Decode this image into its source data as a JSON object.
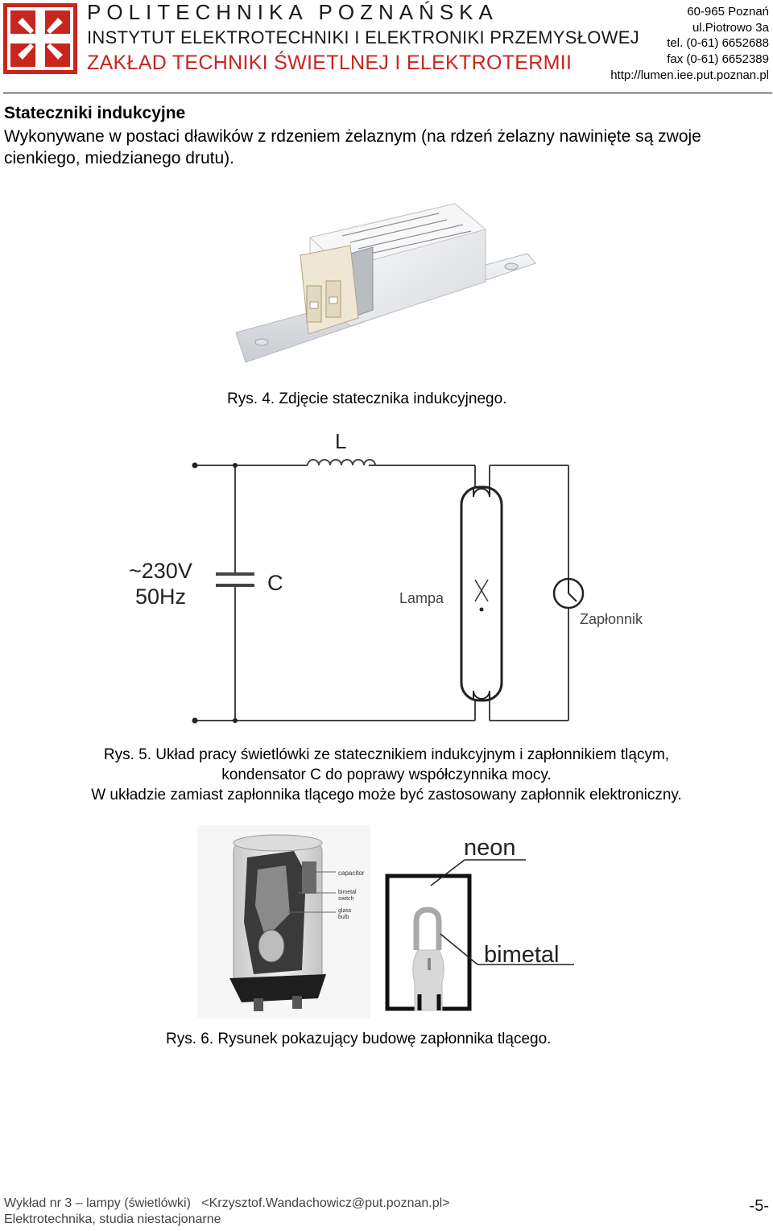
{
  "header": {
    "university": "POLITECHNIKA POZNAŃSKA",
    "institute": "INSTYTUT ELEKTROTECHNIKI I ELEKTRONIKI PRZEMYSŁOWEJ",
    "department": "ZAKŁAD TECHNIKI ŚWIETLNEJ I ELEKTROTERMII",
    "address_lines": [
      "60-965 Poznań",
      "ul.Piotrowo 3a",
      "tel. (0-61) 6652688",
      "fax (0-61) 6652389",
      "http://lumen.iee.put.poznan.pl"
    ],
    "colors": {
      "brand_red": "#c9251d"
    }
  },
  "section": {
    "title": "Stateczniki indukcyjne",
    "intro": "Wykonywane w postaci dławików z rdzeniem żelaznym (na rdzeń żelazny nawinięte są zwoje cienkiego, miedzianego drutu)."
  },
  "figures": {
    "fig4_caption": "Rys. 4. Zdjęcie statecznika indukcyjnego.",
    "fig5": {
      "label_L": "L",
      "label_voltage": "~230V",
      "label_freq": "50Hz",
      "label_C": "C",
      "label_lamp": "Lampa",
      "label_starter": "Zapłonnik",
      "caption_lines": [
        "Rys. 5. Układ pracy świetlówki ze statecznikiem indukcyjnym i zapłonnikiem tlącym,",
        "kondensator C do poprawy współczynnika mocy.",
        "W układzie zamiast zapłonnika tlącego może być zastosowany zapłonnik elektroniczny."
      ]
    },
    "fig6": {
      "photo_labels": [
        "capacitor",
        "bimetal",
        "switch",
        "glass",
        "bulb"
      ],
      "label_neon": "neon",
      "label_bimetal": "bimetal",
      "caption": "Rys. 6. Rysunek pokazujący budowę zapłonnika tlącego."
    }
  },
  "footer": {
    "line1_left": "Wykład nr 3 – lampy (świetlówki)",
    "line1_email": "<Krzysztof.Wandachowicz@put.poznan.pl>",
    "line2": "Elektrotechnika, studia niestacjonarne",
    "page_number": "-5-"
  }
}
